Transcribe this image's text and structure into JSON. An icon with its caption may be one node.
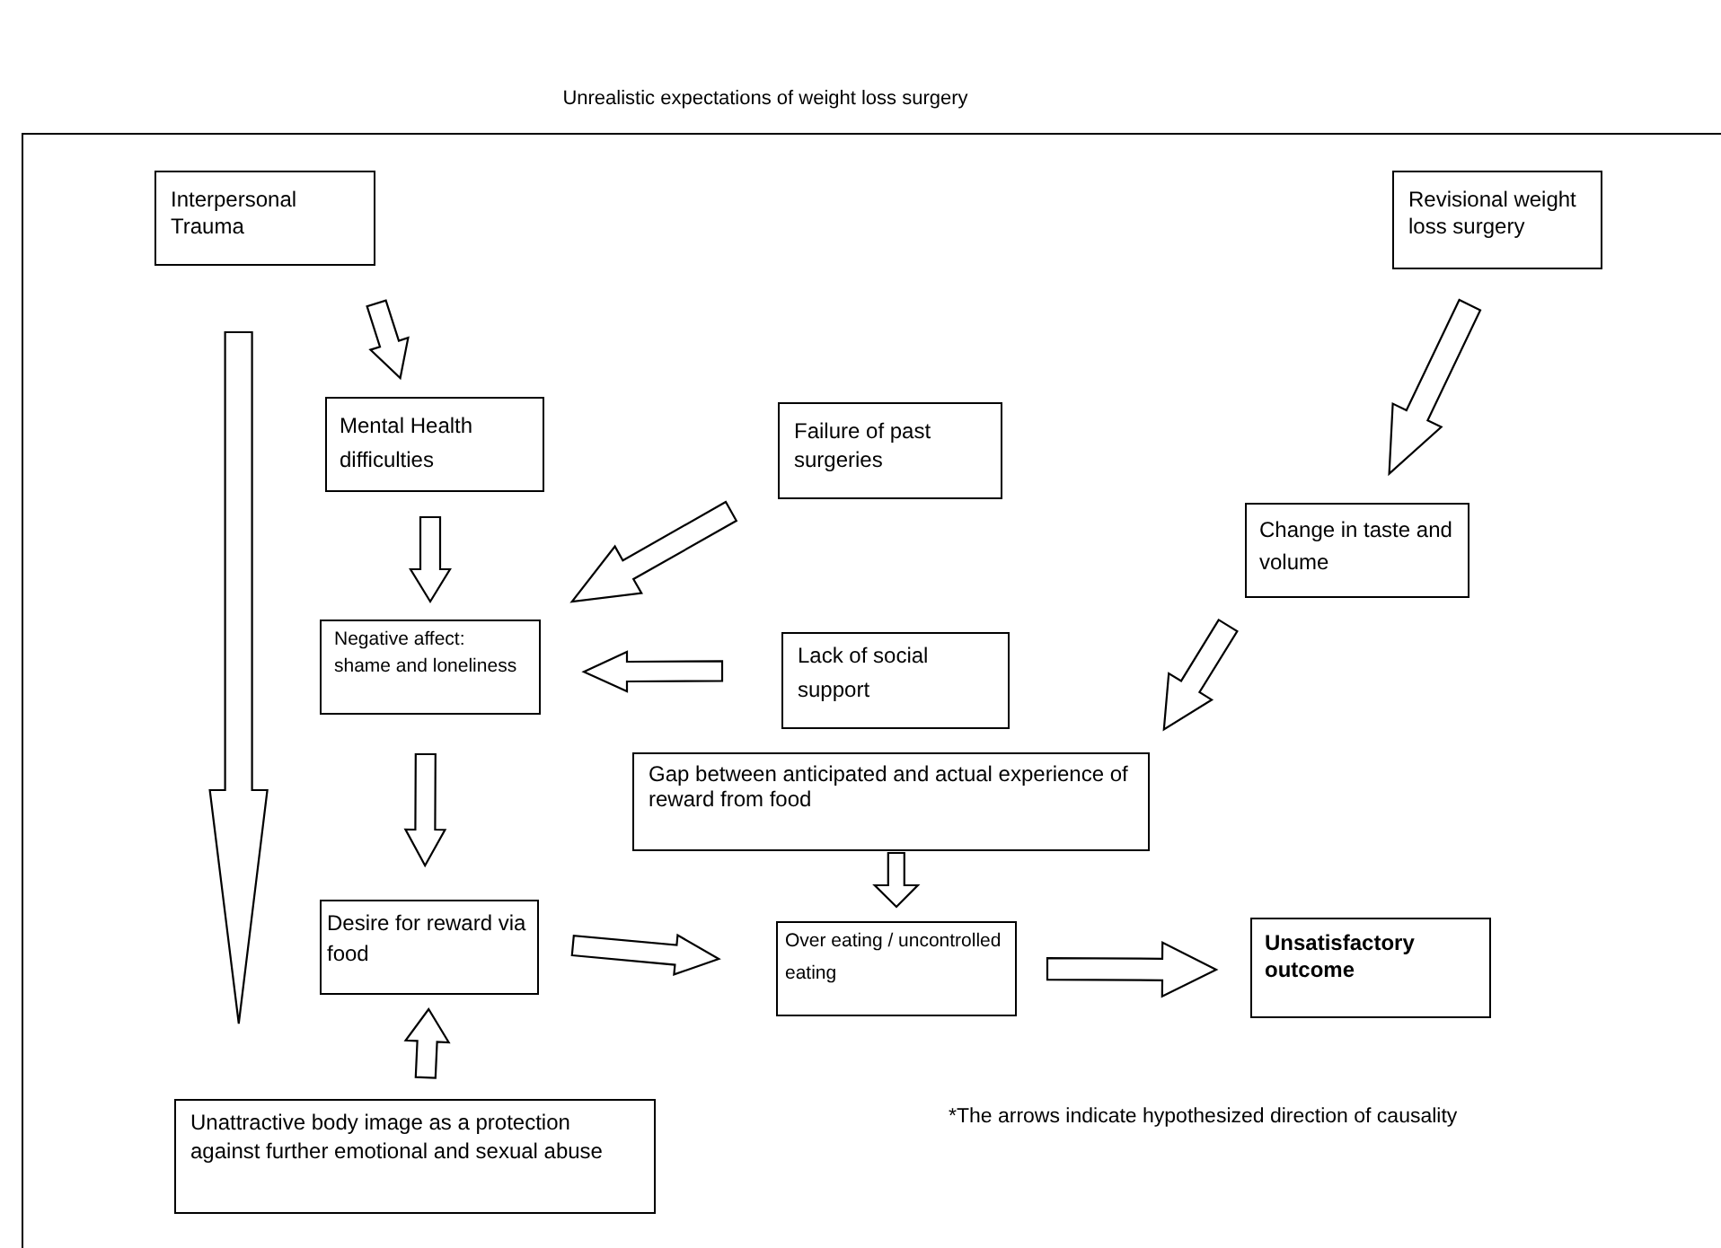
{
  "diagram": {
    "title": "Unrealistic expectations of weight loss surgery",
    "nodes": [
      {
        "text": [
          "Interpersonal Trauma"
        ]
      },
      {
        "text": [
          "Revisional weight loss surgery"
        ]
      },
      {
        "text": [
          "Mental Health difficulties"
        ]
      },
      {
        "text": [
          "Failure of past surgeries"
        ]
      },
      {
        "text": [
          "Change in taste and volume"
        ]
      },
      {
        "text": [
          "Negative affect: shame and loneliness"
        ]
      },
      {
        "text": [
          "Lack of social support"
        ]
      },
      {
        "text": [
          "Gap between anticipated and actual experience of reward from food"
        ]
      },
      {
        "text": [
          "Desire for reward via food"
        ]
      },
      {
        "text": [
          "Over eating / uncontrolled eating"
        ]
      },
      {
        "text": [
          "Unsatisfactory outcome"
        ]
      },
      {
        "text": [
          "Unattractive body image as a protection against further emotional and sexual abuse"
        ]
      }
    ],
    "edges": [
      {
        "from": 0,
        "to": 2,
        "arrow": "to"
      },
      {
        "from": 0,
        "to": 11,
        "arrow": "to"
      },
      {
        "from": 1,
        "to": 4,
        "arrow": "to"
      },
      {
        "from": 3,
        "to": 5,
        "arrow": "to"
      },
      {
        "from": 2,
        "to": 5,
        "arrow": "to"
      },
      {
        "from": 6,
        "to": 5,
        "arrow": "to"
      },
      {
        "from": 4,
        "to": 7,
        "arrow": "to"
      },
      {
        "from": 5,
        "to": 8,
        "arrow": "to"
      },
      {
        "from": 7,
        "to": 9,
        "arrow": "to"
      },
      {
        "from": 8,
        "to": 9,
        "arrow": "to"
      },
      {
        "from": 9,
        "to": 10,
        "arrow": "to"
      },
      {
        "from": 11,
        "to": 8,
        "arrow": "to"
      }
    ],
    "labels": [
      "*The arrows indicate hypothesized direction of causality"
    ]
  }
}
